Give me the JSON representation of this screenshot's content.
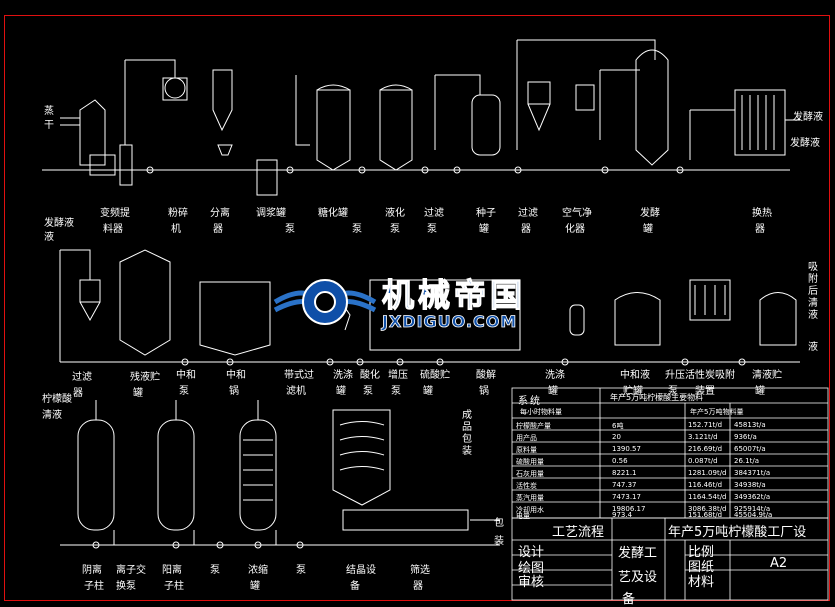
{
  "row1_labels": [
    "蒸",
    "干",
    "变频提",
    "料器",
    "粉碎",
    "机",
    "分离",
    "器",
    "调浆罐",
    "泵",
    "糖化罐",
    "泵",
    "液化",
    "泵",
    "过滤",
    "泵",
    "种子",
    "罐",
    "过滤",
    "器",
    "空气净",
    "化器",
    "发酵",
    "罐",
    "换热",
    "器",
    "发酵液",
    "发酵液",
    "液"
  ],
  "row2_labels": [
    "过滤",
    "器",
    "残液贮",
    "罐",
    "中和",
    "泵",
    "中和",
    "锅",
    "吸附后清液",
    "带式过",
    "滤机",
    "洗涤",
    "罐",
    "酸化",
    "泵",
    "增压",
    "泵",
    "硫酸贮",
    "罐",
    "酸解",
    "锅",
    "洗涤",
    "罐",
    "中和液",
    "贮罐",
    "升压",
    "泵",
    "活性炭吸附",
    "装置",
    "清液贮",
    "罐"
  ],
  "row3_labels": [
    "柠檬酸",
    "清液",
    "阴离",
    "子柱",
    "离子交",
    "换泵",
    "阳离",
    "子柱",
    "泵",
    "浓缩",
    "罐",
    "泵",
    "结晶设",
    "备",
    "筛选",
    "器",
    "成品包装",
    "包",
    "装",
    "发酵液",
    "液"
  ],
  "table": {
    "title": "年产5万吨柠檬酸主要物料",
    "headers": [
      "系",
      "统",
      "每小时物料量",
      "年产5万吨物料量"
    ],
    "rows": [
      [
        "柠檬酸产量",
        "6吨",
        "152.71t/d",
        "45813t/a"
      ],
      [
        "用产品",
        "20",
        "3.121t/d",
        "936t/a"
      ],
      [
        "原料量",
        "1390.57",
        "216.69t/d",
        "65007t/a"
      ],
      [
        "硫酸用量",
        "0.56",
        "0.087t/d",
        "26.1t/a"
      ],
      [
        "石灰用量",
        "8221.1",
        "1281.09t/d",
        "384371t/a"
      ],
      [
        "活性炭",
        "747.37",
        "116.46t/d",
        "34938t/a"
      ],
      [
        "蒸汽用量",
        "7473.17",
        "1164.54t/d",
        "349362t/a"
      ],
      [
        "冷却用水",
        "19806.17",
        "3086.38t/d",
        "925914t/a"
      ],
      [
        "电量",
        "973.4",
        "151.68t/d",
        "45504.9t/a"
      ]
    ]
  },
  "title_block": {
    "process": "工艺流程",
    "project": "年产5万吨柠檬酸工厂设",
    "design": "设计",
    "drawn": "绘图",
    "review": "审核",
    "name1": "发酵工",
    "name2": "艺及设",
    "name3": "备",
    "scale": "比例",
    "drawing": "图纸",
    "material": "材料",
    "size": "A2"
  },
  "watermark": {
    "cn": "机械帝国",
    "en": "JXDIGUO.COM"
  }
}
